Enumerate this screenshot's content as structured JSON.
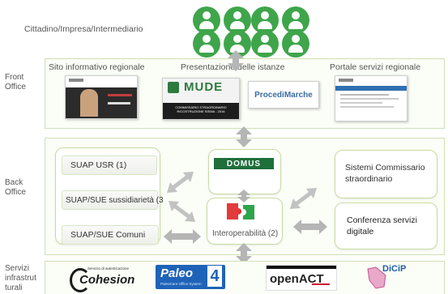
{
  "top": {
    "actors_label": "Cittadino/Impresa/Intermediario"
  },
  "rows": {
    "front_office": "Front\nOffice",
    "back_office": "Back\nOffice",
    "services": "Servizi\ninfrastrut\nturali"
  },
  "front": {
    "site_regional": "Sito informativo regionale",
    "presentation": "Presentazione delle istanze",
    "portal_services": "Portale servizi regionale",
    "mude_logo_text": "MUDE",
    "mude_caption": "COMMISSARIO STRAORDINARIO RICOSTRUZIONE SISMA - 2016",
    "procedi_logo": "ProcediMarche"
  },
  "back": {
    "suap_usr": "SUAP USR (1)",
    "suap_sussidiarieta": "SUAP/SUE sussidiarietà (3",
    "suap_comuni": "SUAP/SUE Comuni",
    "domus": "DOMUS",
    "interoperability": "Interoperabilità (2)",
    "sistemi": "Sistemi  Commissario straordinario",
    "conferenza": "Conferenza servizi digitale"
  },
  "services": {
    "cohesion": "Cohesion",
    "cohesion_small": "Servizio di autenticazione",
    "paleo": "Paleo",
    "paleo_num": "4",
    "paleo_small": "PaleoCare Office System",
    "openact": "openACT",
    "dicip": "DiCiP"
  },
  "colors": {
    "people_green": "#3fa54b",
    "box_border": "#c8dca4",
    "arrow_gray": "#b5b5b5"
  }
}
